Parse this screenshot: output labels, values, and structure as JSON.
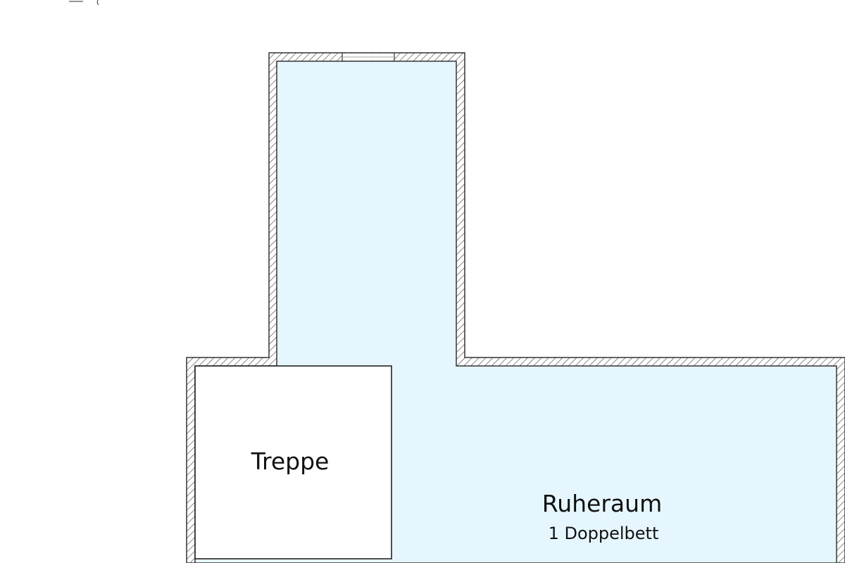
{
  "floor_plan": {
    "rooms": [
      {
        "id": "treppe",
        "label": "Treppe"
      },
      {
        "id": "ruheraum",
        "label": "Ruheraum",
        "sublabel": "1 Doppelbett"
      }
    ],
    "colors": {
      "room_fill": "#e6f6ff",
      "stair_fill": "#ffffff",
      "wall_stroke": "#333333",
      "hatch": "#555555"
    }
  }
}
